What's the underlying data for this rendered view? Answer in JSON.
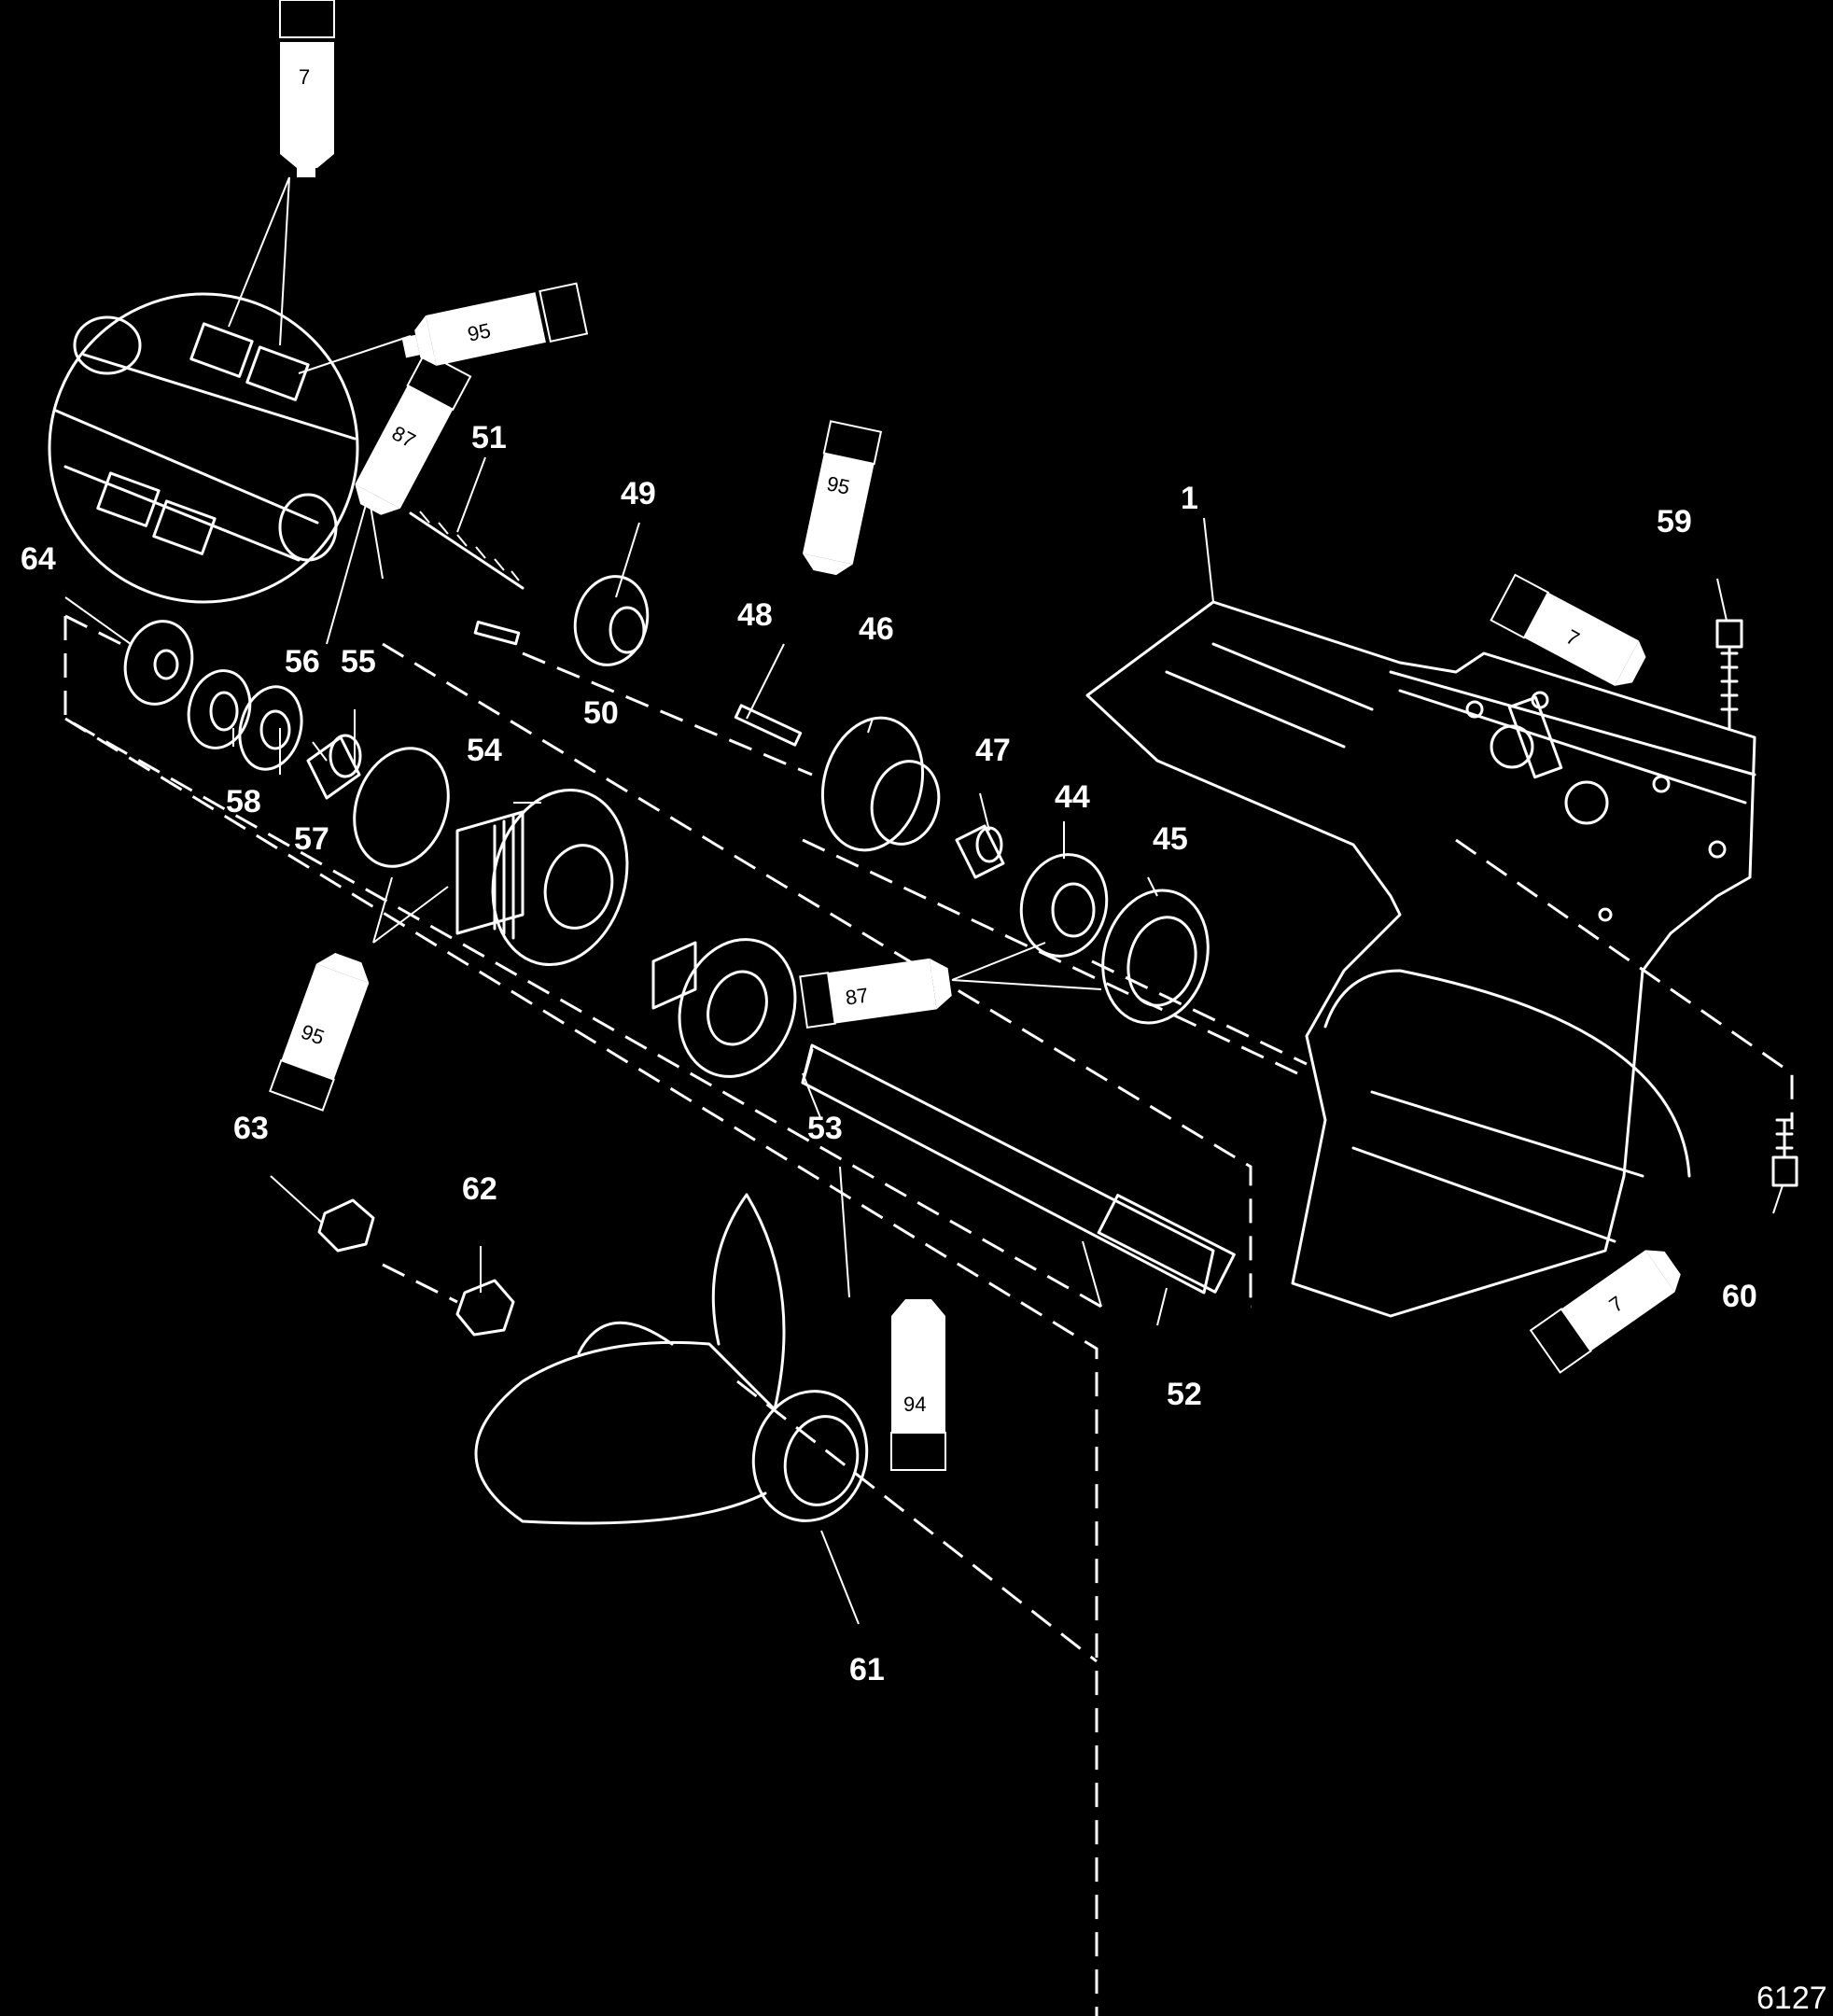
{
  "figure_number": "6127",
  "part_callouts": [
    "1",
    "44",
    "45",
    "46",
    "47",
    "48",
    "49",
    "50",
    "51",
    "52",
    "53",
    "54",
    "55",
    "56",
    "57",
    "58",
    "59",
    "60",
    "61",
    "62",
    "63",
    "64"
  ],
  "sealant_tube_labels": {
    "t1": "7",
    "t2": "95",
    "t3": "87",
    "t4": "95",
    "t5": "7",
    "t6": "87",
    "t7": "95",
    "t8": "94",
    "t9": "7"
  }
}
